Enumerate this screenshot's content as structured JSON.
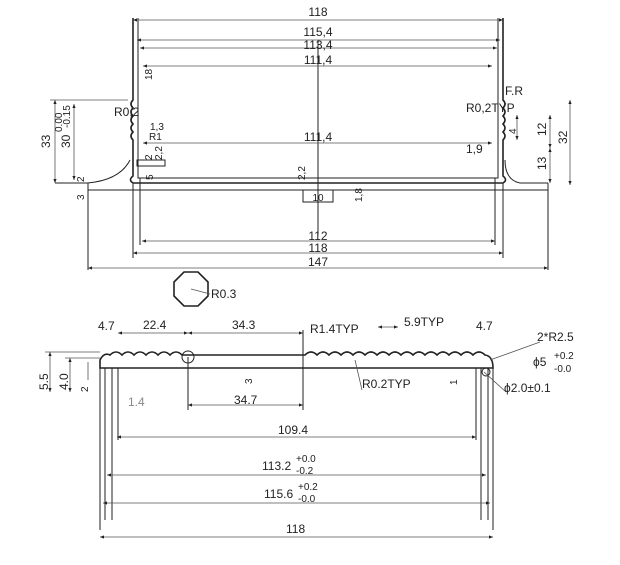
{
  "top_view": {
    "dims": {
      "w118_top": "118",
      "w115_4": "115,4",
      "w113_4": "113,4",
      "w111_4_top": "111,4",
      "w111_4_mid": "111,4",
      "w112": "112",
      "w118_bottom": "118",
      "w147": "147",
      "h18": "18",
      "r0_2": "R0,2",
      "d1_3": "1,3",
      "r1": "R1",
      "d2_2_left": "2,2",
      "d2_left": "2",
      "d5": "5",
      "h33": "33",
      "h30": "30",
      "tol_upper": "0.00",
      "tol_lower": "-0.15",
      "d3": "3",
      "d2_small": "2",
      "d2_2_center": "2,2",
      "d10": "10",
      "d1_8": "1,8",
      "fr": "F.R",
      "r0_2typ": "R0,2TYP",
      "d4": "4",
      "d12": "12",
      "h32": "32",
      "d1_9": "1,9",
      "d13": "13"
    },
    "octagon_label": "R0.3"
  },
  "bottom_view": {
    "dims": {
      "d4_7_left": "4.7",
      "d22_4": "22.4",
      "d34_3": "34.3",
      "r1_4typ": "R1.4TYP",
      "d5_9typ": "5.9TYP",
      "d4_7_right": "4.7",
      "r2_5": "2*R2.5",
      "phi5": "ϕ5",
      "phi5_tol_upper": "+0.2",
      "phi5_tol_lower": "-0.0",
      "r0_2typ": "R0.2TYP",
      "phi2": "ϕ2.0±0.1",
      "d1": "1",
      "h5_5": "5.5",
      "h4_0": "4.0",
      "h2": "2",
      "d3": "3",
      "d1_4": "1.4",
      "d34_7": "34.7",
      "w109_4": "109.4",
      "w113_2": "113.2",
      "w113_2_tol_upper": "+0.0",
      "w113_2_tol_lower": "-0.2",
      "w115_6": "115.6",
      "w115_6_tol_upper": "+0.2",
      "w115_6_tol_lower": "-0.0",
      "w118": "118"
    }
  }
}
